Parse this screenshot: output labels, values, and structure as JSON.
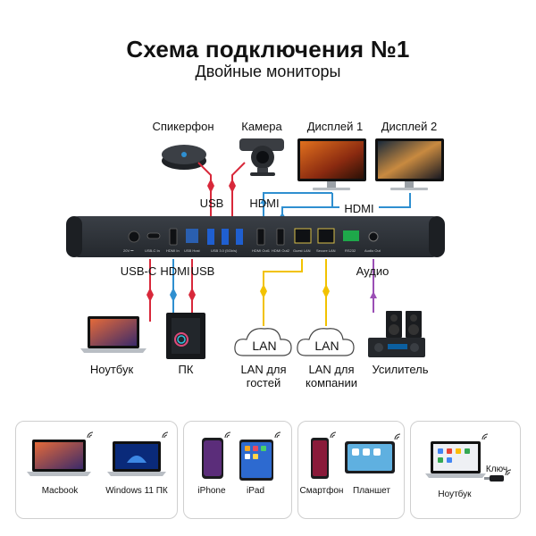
{
  "header": {
    "title": "Схема подключения №1",
    "subtitle": "Двойные мониторы"
  },
  "top_devices": {
    "speakerphone": "Спикерфон",
    "camera": "Камера",
    "display1": "Дисплей 1",
    "display2": "Дисплей 2"
  },
  "connection_labels": {
    "usb_top": "USB",
    "hdmi_top": "HDMI",
    "hdmi_right": "HDMI",
    "usbc_bottom": "USB-C",
    "hdmi_bottom": "HDMI",
    "usb_bottom": "USB",
    "audio": "Аудио"
  },
  "bottom_devices": {
    "laptop": "Ноутбук",
    "pc": "ПК",
    "lan_guest": "LAN для гостей",
    "lan_company": "LAN для компании",
    "amplifier": "Усилитель",
    "lan_cloud_1": "LAN",
    "lan_cloud_2": "LAN"
  },
  "port_labels": [
    "20V ⎓",
    "USB-C In",
    "HDMI In",
    "USB Host",
    "USB 3.0 (5Gb/s)",
    "HDMI Out1",
    "HDMI Out2",
    "Guest LAN",
    "Secure LAN",
    "RS232",
    "Audio Out"
  ],
  "clients": {
    "group1": [
      "Macbook",
      "Windows 11 ПК"
    ],
    "group2": [
      "iPhone",
      "iPad"
    ],
    "group3": [
      "Смартфон",
      "Планшет"
    ],
    "group4": [
      "Ноутбук"
    ],
    "group4_key": "Ключ"
  },
  "colors": {
    "usb": "#d8283a",
    "hdmi": "#2f8fd0",
    "lan": "#f2c200",
    "audio": "#9b4fb5",
    "hub_body": "#2e3238"
  }
}
